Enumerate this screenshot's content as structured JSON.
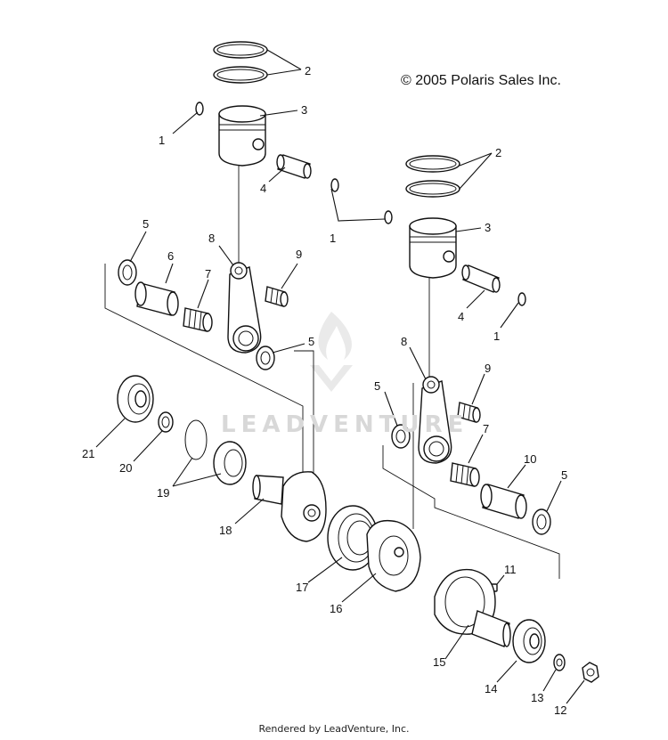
{
  "copyright": "© 2005 Polaris Sales Inc.",
  "footer": "Rendered by LeadVenture, Inc.",
  "watermark": "LEADVENTURE",
  "callouts": {
    "c1a": "1",
    "c2a": "2",
    "c3a": "3",
    "c4a": "4",
    "c1b": "1",
    "c2b": "2",
    "c3b": "3",
    "c4b": "4",
    "c1c": "1",
    "c5a": "5",
    "c6": "6",
    "c7a": "7",
    "c8a": "8",
    "c9a": "9",
    "c5b": "5",
    "c8b": "8",
    "c9b": "9",
    "c5c": "5",
    "c7b": "7",
    "c10": "10",
    "c5d": "5",
    "c21": "21",
    "c20": "20",
    "c19": "19",
    "c18": "18",
    "c17": "17",
    "c16": "16",
    "c11": "11",
    "c15": "15",
    "c14": "14",
    "c13": "13",
    "c12": "12"
  }
}
